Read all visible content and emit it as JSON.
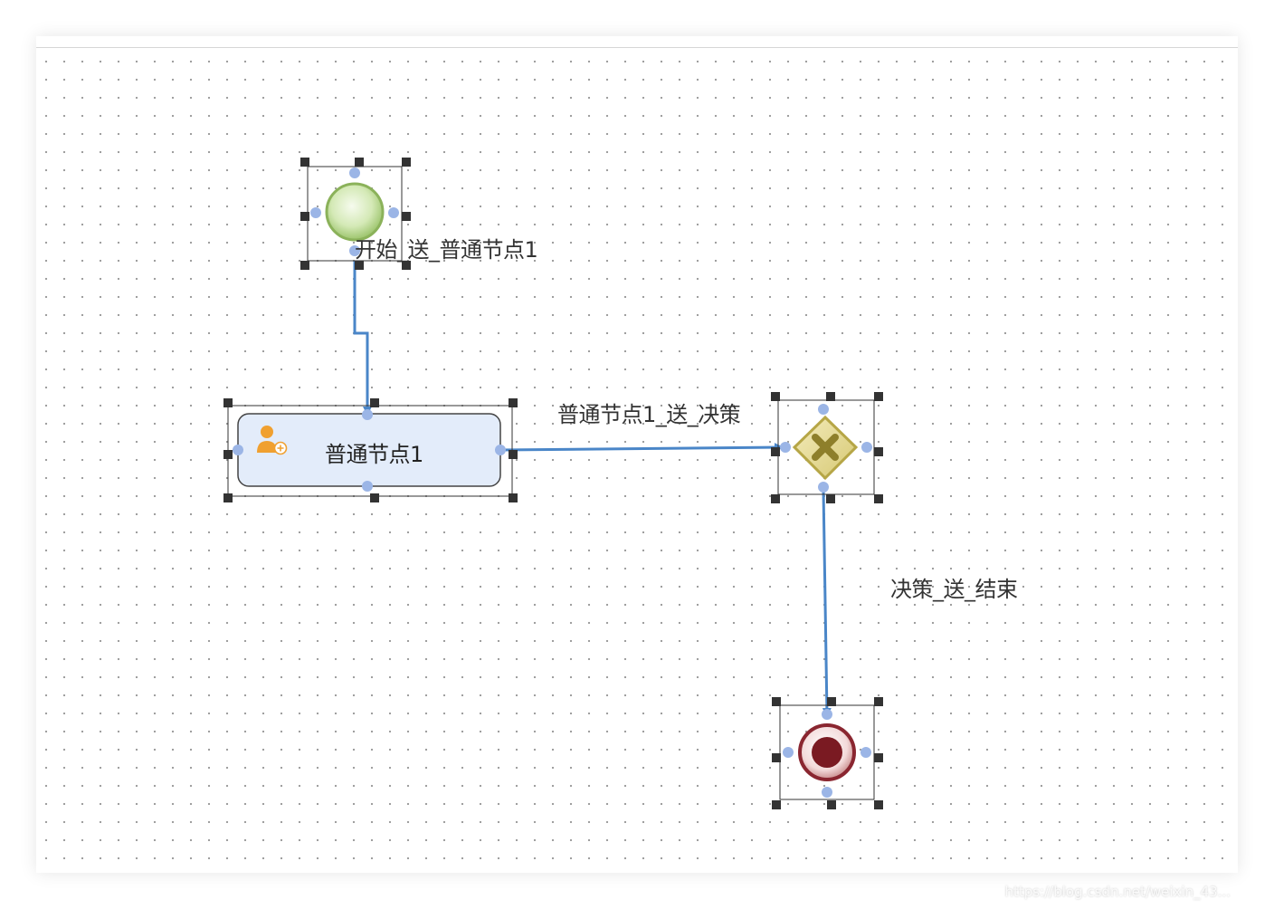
{
  "diagram": {
    "nodes": {
      "start": {
        "type": "start-event"
      },
      "task1": {
        "type": "user-task",
        "label": "普通节点1"
      },
      "gateway": {
        "type": "exclusive-gateway"
      },
      "end": {
        "type": "end-event"
      }
    },
    "edges": [
      {
        "from": "start",
        "to": "task1",
        "label": "开始_送_普通节点1"
      },
      {
        "from": "task1",
        "to": "gateway",
        "label": "普通节点1_送_决策"
      },
      {
        "from": "gateway",
        "to": "end",
        "label": "决策_送_结束"
      }
    ]
  },
  "colors": {
    "edge": "#4a86c8",
    "handle": "#333333",
    "port": "#9bb5e6",
    "task_fill": "#e3ecfa",
    "task_stroke": "#444444",
    "start_fill": "#c9e3a6",
    "gateway_fill": "#e8dc98",
    "end_fill": "#7a1a22"
  },
  "watermark": "https://blog.csdn.net/weixin_43..."
}
